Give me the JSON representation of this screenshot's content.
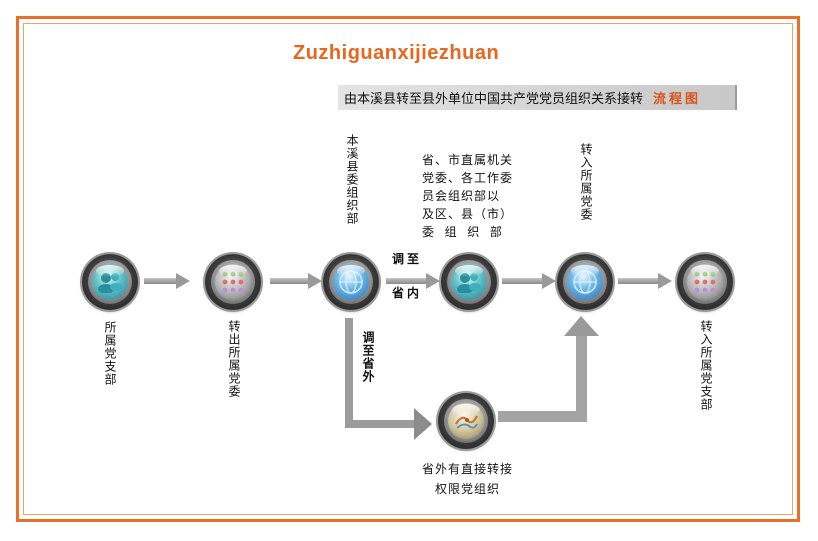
{
  "title": "Zuzhiguanxijiezhuan",
  "banner": {
    "text": "由本溪县转至县外单位中国共产党党员组织关系接转",
    "suffix": "流程图"
  },
  "nodes": {
    "branch": {
      "label": "所属党支部",
      "icon": "users-icon"
    },
    "out_committee": {
      "label": "转出所属党委",
      "icon": "grid-icon"
    },
    "county_org": {
      "label": "本溪县委组织部",
      "icon": "globe-icon"
    },
    "provincial": {
      "label": "省、市直属机关\n党委、各工作委\n员会组织部以\n及区、县（市）\n委  组  织  部",
      "icon": "users-icon"
    },
    "in_committee": {
      "label": "转入所属党委",
      "icon": "globe-icon"
    },
    "in_branch": {
      "label": "转入所属党支部",
      "icon": "grid-icon"
    },
    "outside_org": {
      "label": "省外有直接转接\n权限党组织",
      "icon": "map-icon"
    }
  },
  "edge_labels": {
    "to_province_1": "调至",
    "to_province_2": "省内",
    "outside": "调至省外"
  },
  "colors": {
    "frame": "#e8702a",
    "title": "#e8661e",
    "arrow": "#a0a0a0"
  }
}
